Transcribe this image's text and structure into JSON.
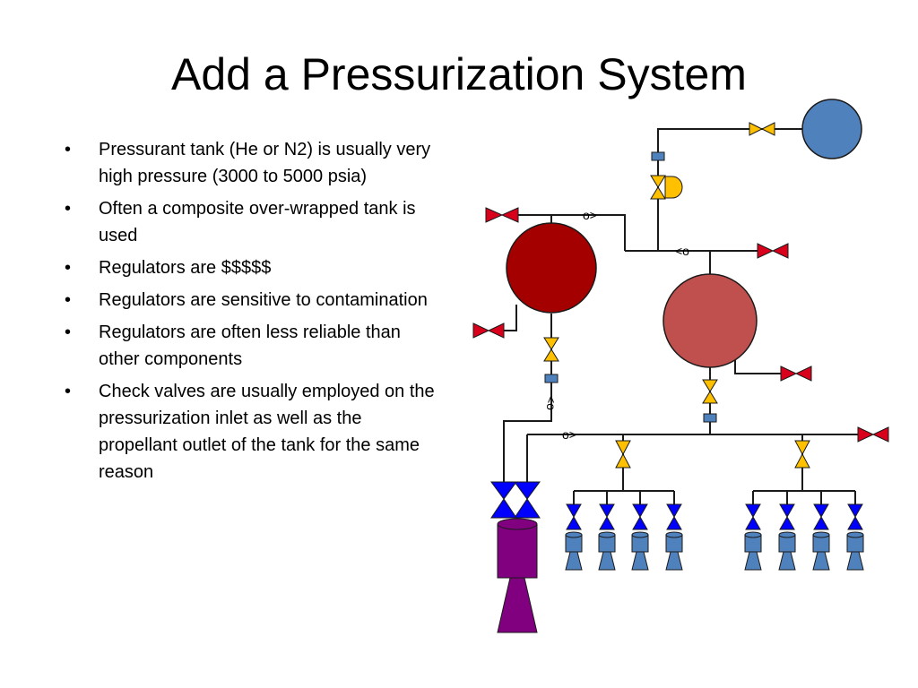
{
  "slide": {
    "title": "Add a Pressurization System",
    "bullets": [
      "Pressurant tank (He or N2) is usually very high pressure (3000 to 5000 psia)",
      "Often a composite over-wrapped tank is used",
      "Regulators are $$$$$",
      "Regulators are sensitive to contamination",
      "Regulators are often less reliable than other components",
      "Check valves are usually employed on the pressurization inlet as well as the propellant outlet of the tank for the same reason"
    ]
  },
  "diagram": {
    "check_valve_labels": {
      "fuel_tank_inlet": "o>",
      "oxidizer_tank_inlet": "<o",
      "fuel_outlet": "<o",
      "oxidizer_outlet": "o>"
    },
    "colors": {
      "pressurant_tank": "#4f81bd",
      "fuel_tank": "#a50000",
      "oxidizer_tank": "#c0504d",
      "vent_valve": "#d9001b",
      "isolation_valve": "#ffc000",
      "thruster_valve": "#0000ff",
      "filter": "#4f81bd",
      "main_engine": "#800080",
      "thruster": "#4f81bd"
    }
  }
}
